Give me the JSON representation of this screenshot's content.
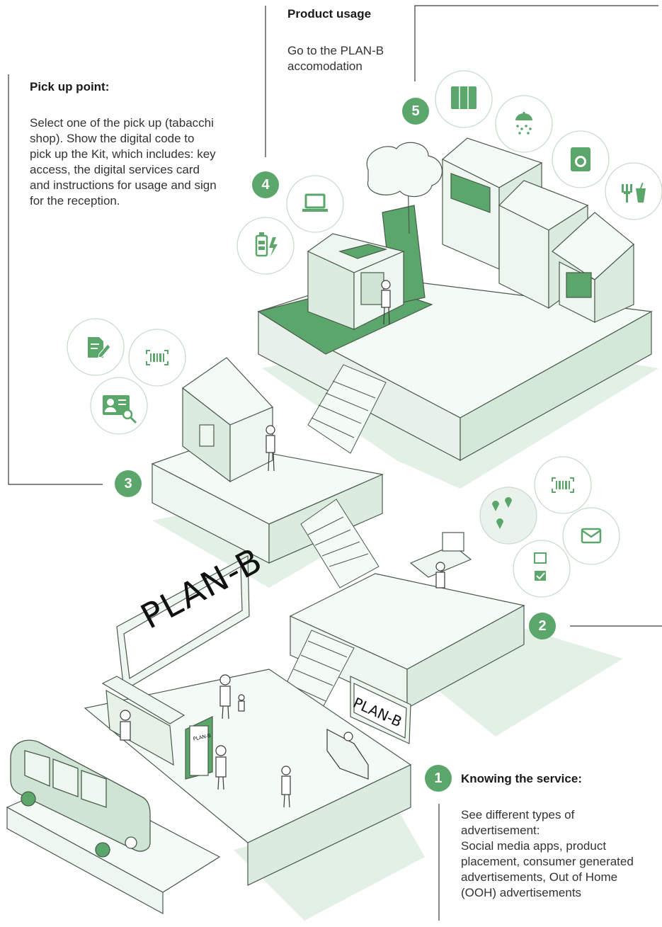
{
  "steps": [
    {
      "number": "1",
      "title": "Knowing the service:",
      "text": "See different types of advertisement:\nSocial media apps, product placement, consumer generated advertisements, Out of Home (OOH) advertisements"
    },
    {
      "number": "2"
    },
    {
      "number": "3",
      "title": "Pick up point:",
      "text": "Select one of the pick up (tabacchi shop). Show the digital code to pick up the Kit, which includes:  key access, the digital services card and instructions for usage and sign for the reception."
    },
    {
      "number": "4"
    },
    {
      "number": "5",
      "title": "Product usage",
      "text": "Go to the PLAN-B accomodation"
    }
  ],
  "brand": {
    "billboard_large": "PLAN-B",
    "billboard_small": "PLAN-B",
    "bus_stop_poster": "PLAN-B"
  },
  "icons": {
    "step5": [
      "locker-icon",
      "shower-icon",
      "washing-machine-icon",
      "food-drink-icon"
    ],
    "step4": [
      "laptop-icon",
      "battery-charging-icon"
    ],
    "step3": [
      "document-edit-icon",
      "barcode-icon",
      "id-card-icon"
    ],
    "step2": [
      "barcode-icon",
      "map-pins-icon",
      "mail-icon",
      "checklist-icon"
    ]
  },
  "colors": {
    "accent": "#5aa66b",
    "light_green": "#e6f2e8",
    "mid_green": "#cfe4d3",
    "dark_green": "#4e9a5e",
    "line": "#3a3a3a"
  }
}
